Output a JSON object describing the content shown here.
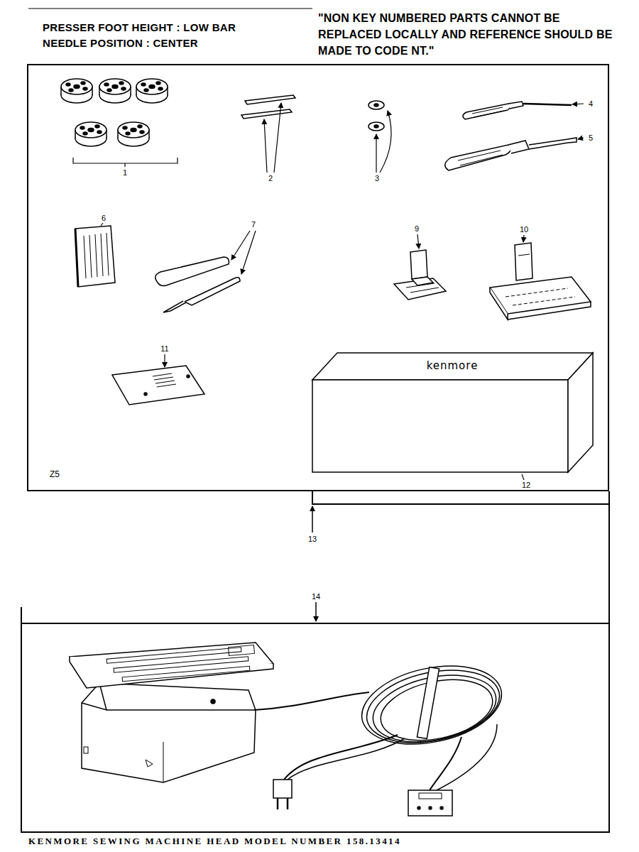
{
  "diagram": {
    "caption": "KENMORE SEWING MACHINE HEAD MODEL NUMBER 158.13414",
    "nodes": [
      {
        "text": [
          "Z5"
        ]
      }
    ],
    "labels": [
      "PRESSER FOOT HEIGHT : LOW BAR",
      "NEEDLE POSITION : CENTER",
      "\"NON KEY NUMBERED PARTS CANNOT BE REPLACED LOCALLY AND REFERENCE SHOULD BE MADE TO CODE NT.\"",
      "1",
      "2",
      "3",
      "4",
      "5",
      "6",
      "7",
      "9",
      "10",
      "11",
      "12",
      "kenmore",
      "13",
      "14"
    ]
  }
}
